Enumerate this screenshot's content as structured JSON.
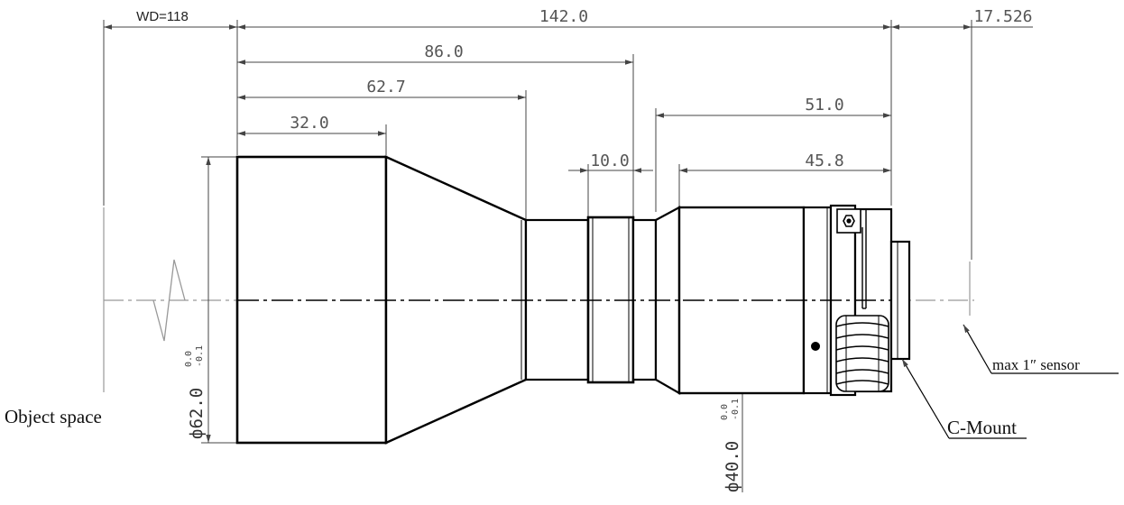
{
  "dimensions": {
    "wd": "WD=118",
    "total_length": "142.0",
    "sensor_distance": "17.526",
    "length_86": "86.0",
    "length_62_7": "62.7",
    "length_32": "32.0",
    "length_10": "10.0",
    "length_51": "51.0",
    "length_45_8": "45.8"
  },
  "diameters": {
    "front": {
      "value": "ф62.0",
      "tol_upper": "0.0",
      "tol_lower": "-0.1"
    },
    "rear": {
      "value": "ф40.0",
      "tol_upper": "0.0",
      "tol_lower": "-0.1"
    }
  },
  "labels": {
    "object_space": "Object space",
    "c_mount": "C-Mount",
    "sensor": "max 1″ sensor"
  },
  "colors": {
    "line": "#000000",
    "dimension": "#444444",
    "centerline": "#999999"
  }
}
